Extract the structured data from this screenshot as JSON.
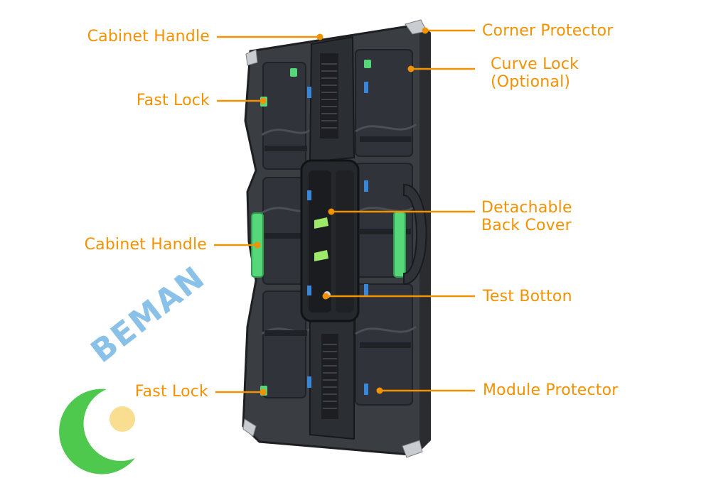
{
  "labels": {
    "cabinet_handle_top": "Cabinet Handle",
    "fast_lock_top": "Fast Lock",
    "cabinet_handle_mid": "Cabinet Handle",
    "fast_lock_bottom": "Fast Lock",
    "corner_protector": "Corner Protector",
    "curve_lock": [
      "Curve Lock",
      "(Optional)"
    ],
    "detachable_back_cover": [
      "Detachable",
      "Back Cover"
    ],
    "test_button": "Test Botton",
    "module_protector": "Module Protector"
  },
  "watermark": {
    "text": "BEMAN"
  },
  "colors": {
    "label": "#f39200",
    "callout_line": "#f39200",
    "cabinet_body": "#3a3d42",
    "cabinet_dark": "#23262a",
    "handle_green": "#56d87a",
    "module_blue": "#3a86d8",
    "watermark_green": "#2fbf2f",
    "watermark_blue": "#2a8fd6"
  },
  "icons": {
    "cabinet": "led-cabinet-illustration",
    "logo": "crescent-sun-logo"
  }
}
